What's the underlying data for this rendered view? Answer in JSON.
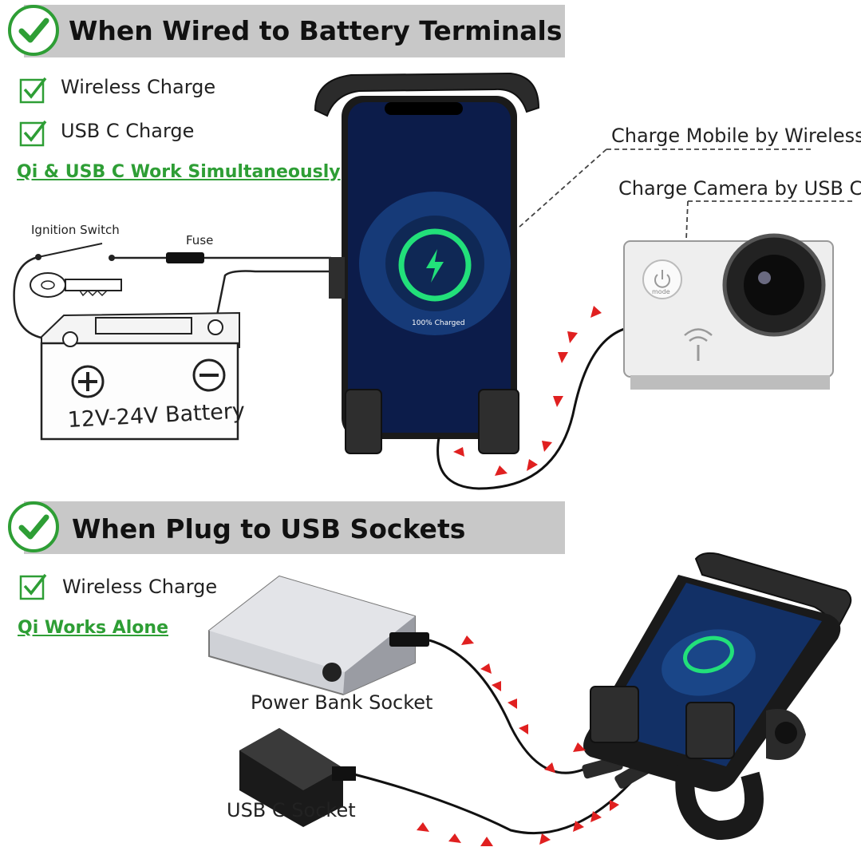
{
  "section1": {
    "title": "When Wired to Battery Terminals",
    "features": [
      "Wireless Charge",
      "USB C Charge"
    ],
    "note": "Qi & USB C Work Simultaneously"
  },
  "section2": {
    "title": "When Plug to USB Sockets",
    "features": [
      "Wireless Charge"
    ],
    "note": "Qi Works Alone"
  },
  "wiring": {
    "ignition_label": "Ignition Switch",
    "fuse_label": "Fuse",
    "battery_label": "12V-24V Battery"
  },
  "callouts": {
    "wireless": "Charge Mobile by Wireless",
    "usbc": "Charge Camera by USB C"
  },
  "phone": {
    "status": "100% Charged"
  },
  "camera": {
    "mode": "mode"
  },
  "sockets": {
    "power_bank": "Power Bank Socket",
    "usb_c": "USB C Socket"
  },
  "colors": {
    "accent_green": "#2e9e35",
    "banner_gray": "#c8c8c8",
    "arrow_red": "#e02020",
    "charge_ring": "#22e07a"
  }
}
